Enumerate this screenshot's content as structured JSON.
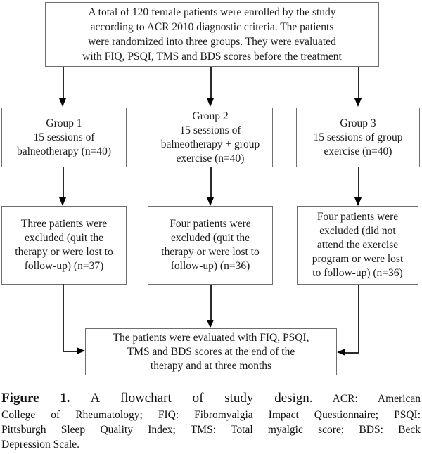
{
  "flowchart": {
    "top_box": "A total of 120 female patients were enrolled by the study\naccording to ACR 2010 diagnostic criteria. The patients\nwere randomized into three groups. They were evaluated\nwith FIQ, PSQI, TMS and BDS scores before the treatment",
    "groups": [
      {
        "text": "Group 1\n15 sessions of\nbalneotherapy (n=40)"
      },
      {
        "text": "Group 2\n15 sessions of\nbalneotherapy + group\nexercise (n=40)"
      },
      {
        "text": "Group 3\n15 sessions of group\nexercise (n=40)"
      }
    ],
    "exclusions": [
      {
        "text": "Three patients were\nexcluded (quit the\ntherapy or were lost to\nfollow-up) (n=37)"
      },
      {
        "text": "Four patients were\nexcluded (quit the\ntherapy or were lost to\nfollow-up) (n=36)"
      },
      {
        "text": "Four patients were\nexcluded (did not\nattend the exercise\nprogram or were lost\nto follow-up) (n=36)"
      }
    ],
    "final_box": "The patients were evaluated with FIQ, PSQI,\nTMS and BDS scores at the end of the\ntherapy and at three months"
  },
  "caption": {
    "label": "Figure 1.",
    "title": "A flowchart of study design.",
    "abbr_line1": "ACR: American",
    "line2": "College of Rheumatology; FIQ: Fibromyalgia Impact Questionnaire; PSQI:",
    "line3": "Pittsburgh Sleep Quality Index; TMS: Total myalgic score; BDS: Beck",
    "line4": "Depression Scale."
  },
  "colors": {
    "background": "#ffffff",
    "box_border": "#6e6e6e",
    "text": "#1a1a1a",
    "line": "#2b2b2b",
    "arrowhead": "#000000"
  }
}
